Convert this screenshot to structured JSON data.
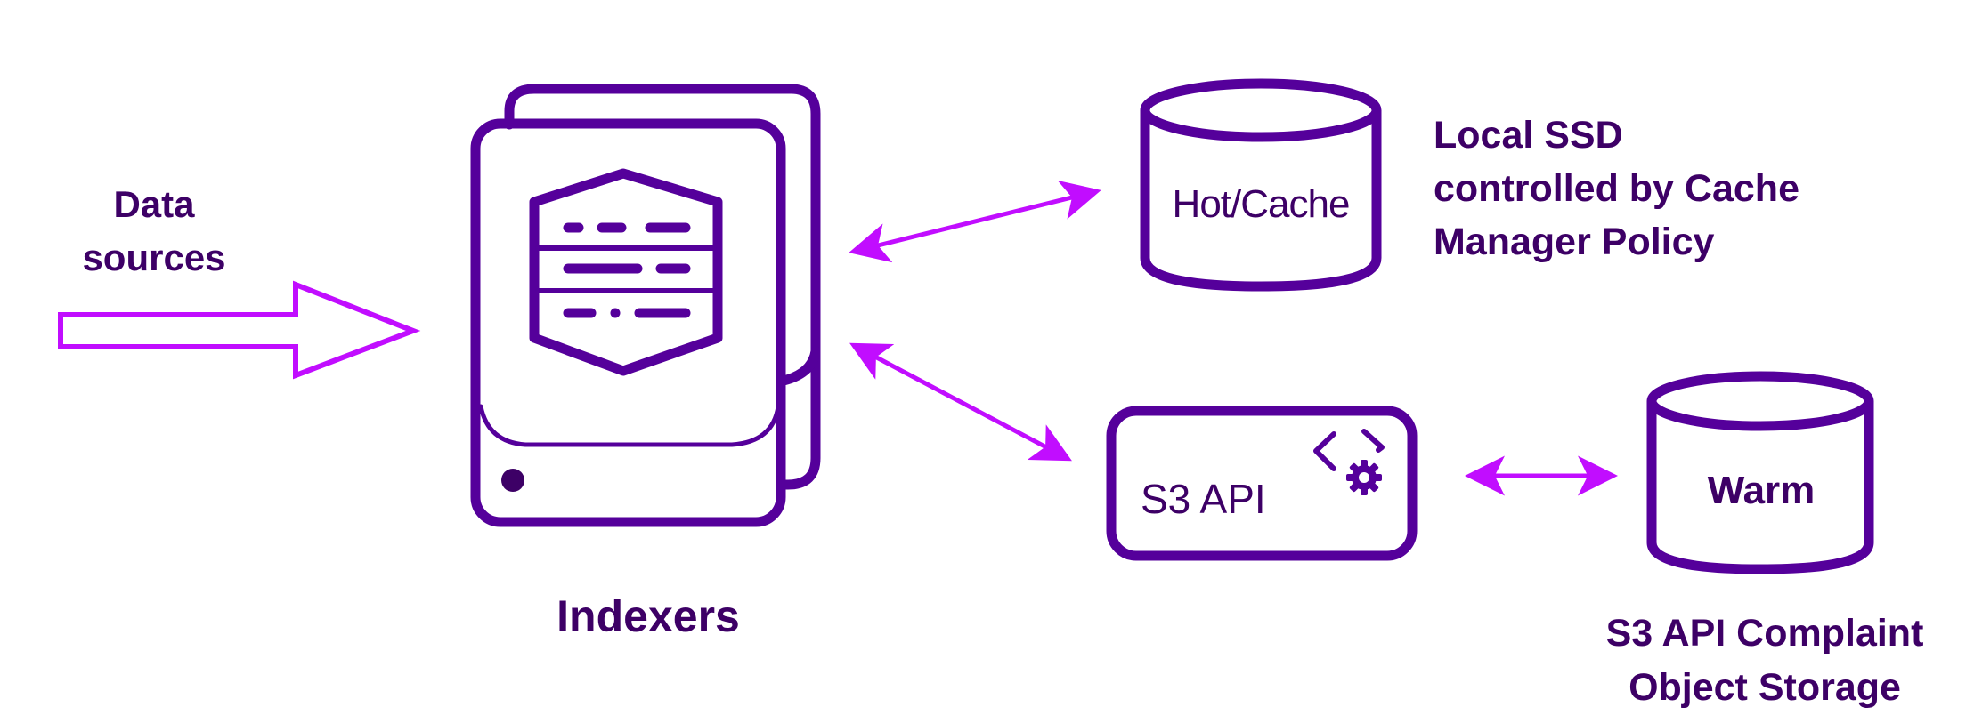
{
  "colors": {
    "primary": "#55009b",
    "text": "#3d0066",
    "arrow": "#c10dff",
    "background": "#ffffff"
  },
  "nodes": {
    "data_sources": {
      "label_line1": "Data",
      "label_line2": "sources"
    },
    "indexers": {
      "label": "Indexers",
      "icon": "server-stack-icon"
    },
    "hot_cache": {
      "label": "Hot/Cache",
      "icon": "database-cylinder-icon",
      "description_line1": "Local SSD",
      "description_line2": "controlled by Cache",
      "description_line3": "Manager Policy"
    },
    "s3_api": {
      "label": "S3 API",
      "icon": "code-gear-icon"
    },
    "warm": {
      "label": "Warm",
      "icon": "database-cylinder-icon",
      "description_line1": "S3 API Complaint",
      "description_line2": "Object Storage"
    }
  },
  "edges": [
    {
      "from": "data_sources",
      "to": "indexers",
      "style": "block-arrow"
    },
    {
      "from": "indexers",
      "to": "hot_cache",
      "style": "bidirectional"
    },
    {
      "from": "indexers",
      "to": "s3_api",
      "style": "bidirectional"
    },
    {
      "from": "s3_api",
      "to": "warm",
      "style": "bidirectional"
    }
  ]
}
